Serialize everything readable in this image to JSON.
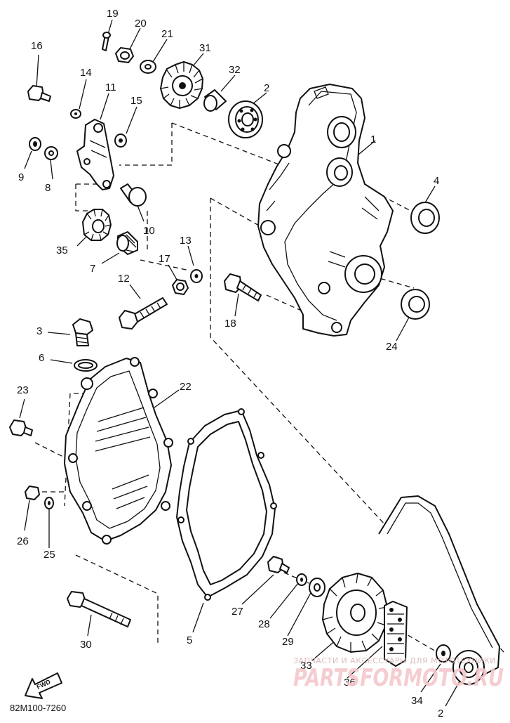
{
  "diagram": {
    "callouts": [
      "1",
      "2",
      "3",
      "4",
      "5",
      "6",
      "7",
      "8",
      "9",
      "10",
      "11",
      "12",
      "13",
      "14",
      "15",
      "16",
      "17",
      "18",
      "19",
      "20",
      "21",
      "22",
      "23",
      "24",
      "25",
      "26",
      "27",
      "28",
      "29",
      "30",
      "31",
      "32",
      "33",
      "34",
      "35",
      "36"
    ],
    "repeat_callout_2": "2",
    "fwd_label": "FWD",
    "drawing_code": "82M100-7260"
  },
  "watermark": {
    "caption": "ЗАПЧАСТИ И АКСЕССУАРЫ ДЛЯ МОТОТЕХНИКИ",
    "brand": "PARTSFORMOTO.RU"
  }
}
